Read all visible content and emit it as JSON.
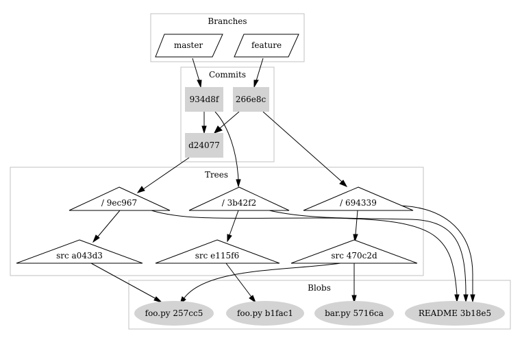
{
  "clusters": {
    "branches": "Branches",
    "commits": "Commits",
    "trees": "Trees",
    "blobs": "Blobs"
  },
  "nodes": {
    "master": "master",
    "feature": "feature",
    "c934d8f": "934d8f",
    "c266e8c": "266e8c",
    "cd24077": "d24077",
    "t9ec967": "/ 9ec967",
    "t3b42f2": "/ 3b42f2",
    "t694339": "/ 694339",
    "srca043d3": "src a043d3",
    "srce115f6": "src e115f6",
    "src470c2d": "src 470c2d",
    "foo257cc5": "foo.py 257cc5",
    "foob1fac1": "foo.py b1fac1",
    "bar5716ca": "bar.py 5716ca",
    "readme3b18e5": "README 3b18e5"
  },
  "colors": {
    "commit_fill": "#d3d3d3",
    "blob_fill": "#d3d3d3",
    "cluster_border": "#c0c0c0",
    "edge": "#000000"
  },
  "edges": [
    [
      "master",
      "c934d8f"
    ],
    [
      "feature",
      "c266e8c"
    ],
    [
      "c934d8f",
      "cd24077"
    ],
    [
      "c266e8c",
      "cd24077"
    ],
    [
      "c934d8f",
      "t3b42f2"
    ],
    [
      "c266e8c",
      "t694339"
    ],
    [
      "cd24077",
      "t9ec967"
    ],
    [
      "t9ec967",
      "srca043d3"
    ],
    [
      "t3b42f2",
      "srce115f6"
    ],
    [
      "t694339",
      "src470c2d"
    ],
    [
      "t9ec967",
      "readme3b18e5"
    ],
    [
      "t3b42f2",
      "readme3b18e5"
    ],
    [
      "t694339",
      "readme3b18e5"
    ],
    [
      "srca043d3",
      "foo257cc5"
    ],
    [
      "src470c2d",
      "foo257cc5"
    ],
    [
      "srce115f6",
      "foob1fac1"
    ],
    [
      "src470c2d",
      "bar5716ca"
    ]
  ]
}
